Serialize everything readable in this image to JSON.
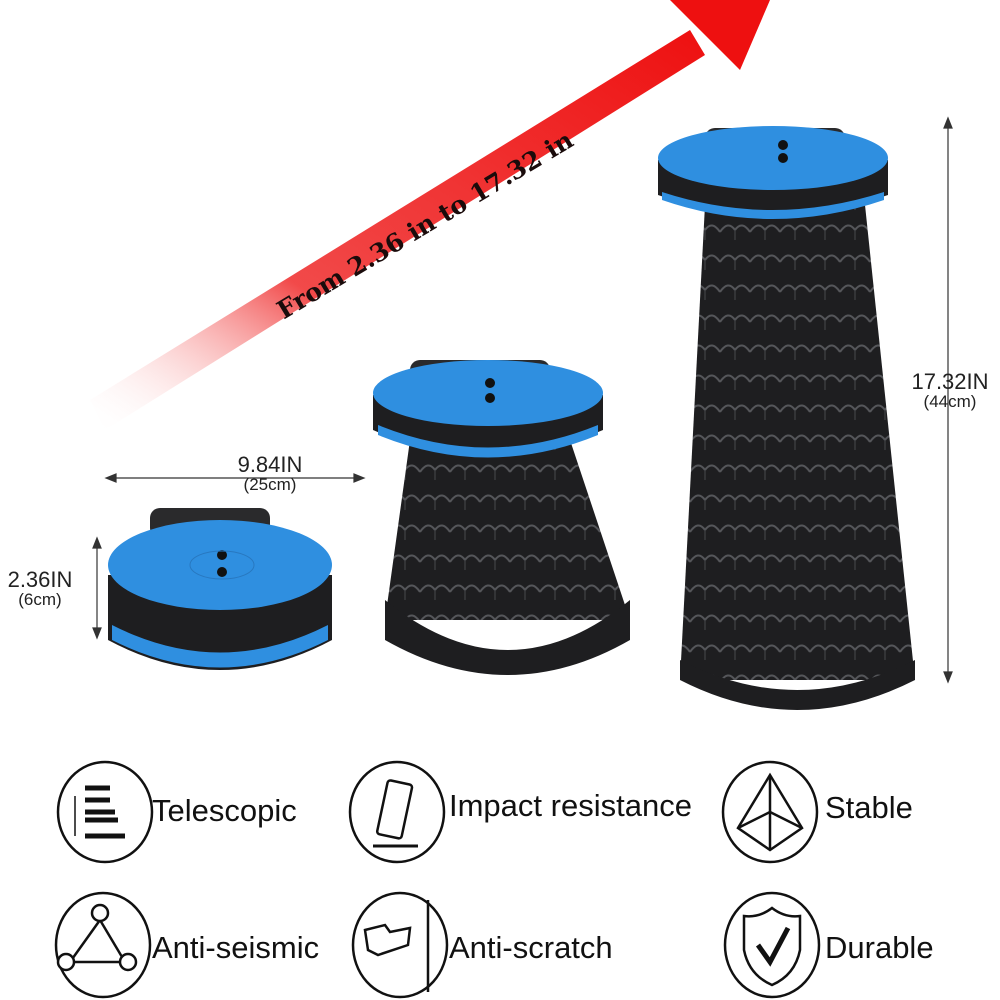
{
  "arrow": {
    "label": "From 2.36 in to 17.32 in",
    "color": "#ee1c1c"
  },
  "dimensions": {
    "width": {
      "value": "9.84IN",
      "metric": "(25cm)"
    },
    "collapsed_height": {
      "value": "2.36IN",
      "metric": "(6cm)"
    },
    "extended_height": {
      "value": "17.32IN",
      "metric": "(44cm)"
    }
  },
  "colors": {
    "seat_blue": "#2f8fe0",
    "body_black": "#1e1e20"
  },
  "features": [
    {
      "label": "Telescopic",
      "icon": "telescopic-icon"
    },
    {
      "label": "Impact resistance",
      "icon": "impact-icon"
    },
    {
      "label": "Stable",
      "icon": "pyramid-icon"
    },
    {
      "label": "Anti-seismic",
      "icon": "triangle-nodes-icon"
    },
    {
      "label": "Anti-scratch",
      "icon": "key-scratch-icon"
    },
    {
      "label": "Durable",
      "icon": "shield-check-icon"
    }
  ]
}
